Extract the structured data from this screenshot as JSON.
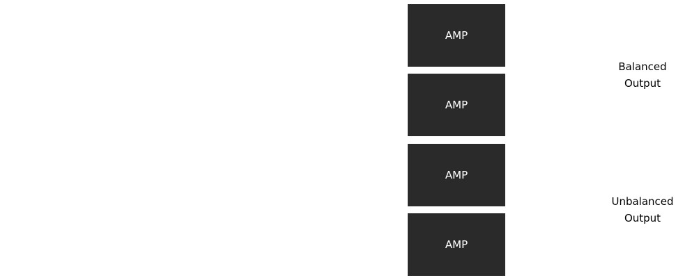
{
  "amps": [
    {
      "label": "AMP"
    },
    {
      "label": "AMP"
    },
    {
      "label": "AMP"
    },
    {
      "label": "AMP"
    }
  ],
  "outputs": {
    "balanced": {
      "line1": "Balanced",
      "line2": "Output"
    },
    "unbalanced": {
      "line1": "Unbalanced",
      "line2": "Output"
    }
  },
  "colors": {
    "amp_fill": "#2a2a2a",
    "amp_text": "#ffffff",
    "background": "#ffffff",
    "label_text": "#000000"
  }
}
